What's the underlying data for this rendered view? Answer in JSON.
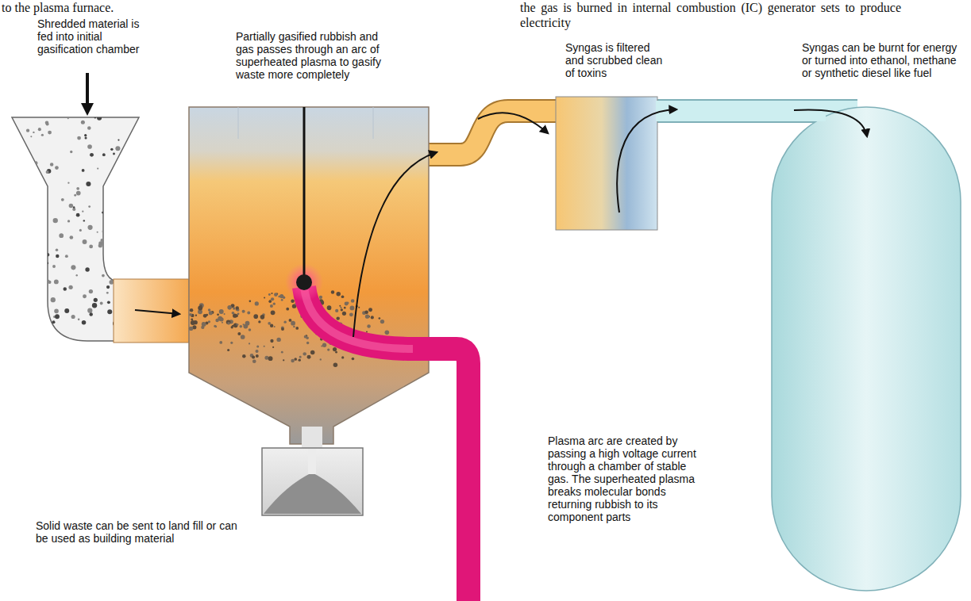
{
  "diagram": {
    "labels": [
      "to the plasma furnace.",
      "the gas is burned in internal combustion (IC) generator sets to produce electricity",
      "Shredded material is fed into initial gasification chamber",
      "Partially gasified rubbish and gas passes through an arc of superheated plasma to gasify waste more completely",
      "Syngas is filtered and scrubbed clean of toxins",
      "Syngas can be burnt for energy or turned into ethanol, methane or synthetic diesel like fuel",
      "Plasma arc are created by passing a high voltage current through a chamber of stable gas. The superheated plasma breaks molecular bonds returning rubbish to its component parts",
      "Solid waste can be sent to land fill or can be used as building material"
    ]
  }
}
